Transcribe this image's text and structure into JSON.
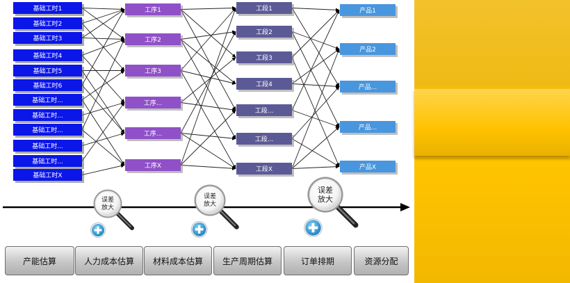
{
  "columns": [
    {
      "key": "base_hours",
      "color": "#0b16e8",
      "shadow": "#6a6a6a",
      "labels": [
        "基础工时1",
        "基础工时2",
        "基础工时3",
        "基础工时4",
        "基础工时5",
        "基础工时6",
        "基础工时...",
        "基础工时...",
        "基础工时...",
        "基础工时...",
        "基础工时...",
        "基础工时X"
      ]
    },
    {
      "key": "processes",
      "color": "#9050c8",
      "shadow": "#8a8a8a",
      "labels": [
        "工序1",
        "工序2",
        "工序3",
        "工序...",
        "工序...",
        "工序X"
      ]
    },
    {
      "key": "sections",
      "color": "#5c5a96",
      "shadow": "#8a8a8a",
      "labels": [
        "工段1",
        "工段2",
        "工段3",
        "工段4",
        "工段...",
        "工段...",
        "工段X"
      ]
    },
    {
      "key": "products",
      "color": "#4896de",
      "shadow": "#8a8a8a",
      "labels": [
        "产品1",
        "产品2",
        "产品...",
        "产品...",
        "产品X"
      ]
    }
  ],
  "edges": {
    "base_to_process": [
      [
        0,
        0
      ],
      [
        0,
        1
      ],
      [
        1,
        0
      ],
      [
        1,
        2
      ],
      [
        2,
        0
      ],
      [
        2,
        1
      ],
      [
        3,
        1
      ],
      [
        3,
        3
      ],
      [
        4,
        2
      ],
      [
        4,
        4
      ],
      [
        5,
        0
      ],
      [
        5,
        4
      ],
      [
        6,
        2
      ],
      [
        6,
        5
      ],
      [
        7,
        3
      ],
      [
        8,
        1
      ],
      [
        8,
        5
      ],
      [
        9,
        4
      ],
      [
        10,
        3
      ],
      [
        11,
        5
      ]
    ],
    "process_to_section": [
      [
        0,
        0
      ],
      [
        0,
        2
      ],
      [
        0,
        4
      ],
      [
        1,
        1
      ],
      [
        1,
        3
      ],
      [
        1,
        5
      ],
      [
        2,
        0
      ],
      [
        2,
        3
      ],
      [
        2,
        6
      ],
      [
        3,
        2
      ],
      [
        3,
        4
      ],
      [
        4,
        5
      ],
      [
        4,
        6
      ],
      [
        4,
        1
      ],
      [
        5,
        4
      ],
      [
        5,
        6
      ],
      [
        5,
        0
      ]
    ],
    "section_to_product": [
      [
        0,
        0
      ],
      [
        0,
        2
      ],
      [
        1,
        1
      ],
      [
        1,
        3
      ],
      [
        2,
        0
      ],
      [
        2,
        4
      ],
      [
        3,
        2
      ],
      [
        3,
        1
      ],
      [
        4,
        0
      ],
      [
        4,
        3
      ],
      [
        5,
        4
      ],
      [
        5,
        2
      ],
      [
        6,
        3
      ],
      [
        6,
        1
      ],
      [
        6,
        4
      ]
    ]
  },
  "magnifiers": [
    {
      "text_lines": [
        "误差",
        "放大"
      ],
      "scale": 1.0
    },
    {
      "text_lines": [
        "误差",
        "放大"
      ],
      "scale": 1.1
    },
    {
      "text_lines": [
        "误差",
        "放大"
      ],
      "scale": 1.25
    }
  ],
  "stages": [
    "产能估算",
    "人力成本估算",
    "材料成本估算",
    "生产周期估算",
    "订单排期",
    "资源分配"
  ],
  "colors": {
    "accent_yellow": "#f5bd00",
    "arrow": "#000000",
    "plus_icon": "#2aa0dc"
  }
}
